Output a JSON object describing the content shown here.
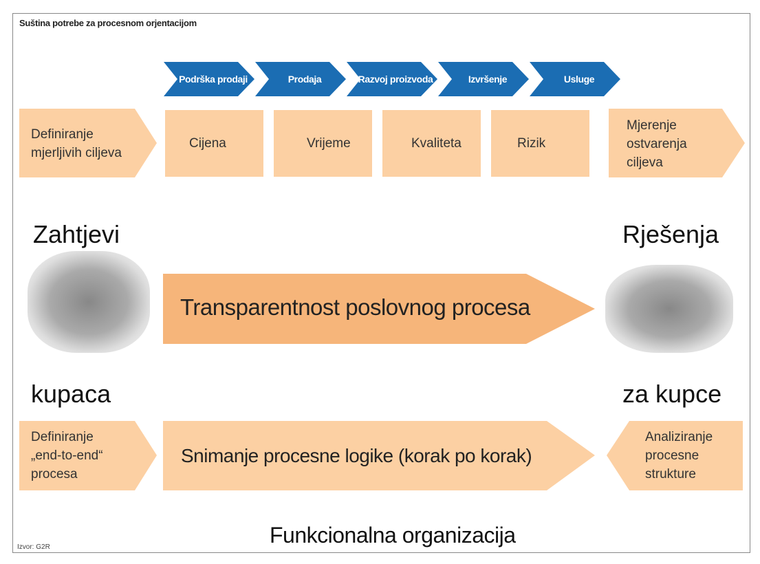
{
  "title": "Suština potrebe za procesnom orjentacijom",
  "process_chain": [
    {
      "label": "Podrška prodaji"
    },
    {
      "label": "Prodaja"
    },
    {
      "label": "Razvoj proizvoda"
    },
    {
      "label": "Izvršenje"
    },
    {
      "label": "Usluge"
    }
  ],
  "top_row": {
    "left": "Definiranje mjerljivih ciljeva",
    "boxes": [
      "Cijena",
      "Vrijeme",
      "Kvaliteta",
      "Rizik"
    ],
    "right": "Mjerenje ostvarenja ciljeva"
  },
  "left_heading_top": "Zahtjevi",
  "left_heading_bottom": "kupaca",
  "right_heading_top": "Rješenja",
  "right_heading_bottom": "za kupce",
  "main_arrow": "Transparentnost poslovnog procesa",
  "bottom_row": {
    "left": "Definiranje „end-to-end“ procesa",
    "center": "Snimanje procesne logike (korak po korak)",
    "right": "Analiziranje procesne strukture"
  },
  "footer": "Funkcionalna organizacija",
  "source": "Izvor: G2R",
  "colors": {
    "blue": "#1b6db3",
    "peach": "#fcd0a3",
    "orange": "#f6b57a"
  }
}
